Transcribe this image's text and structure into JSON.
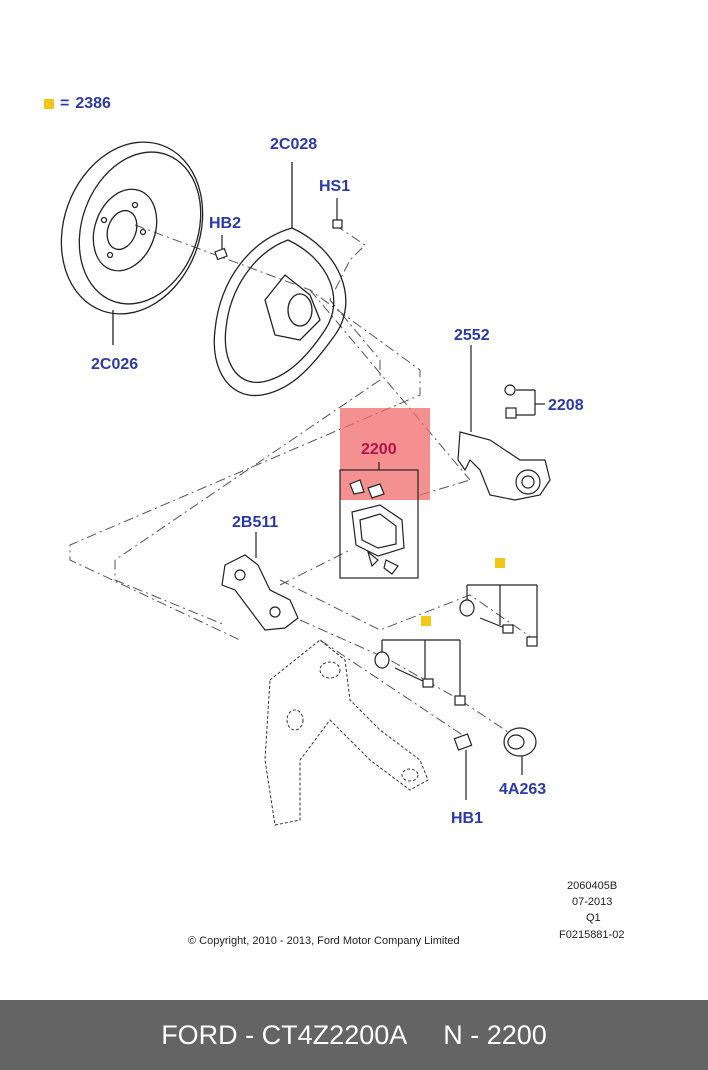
{
  "legend": {
    "symbol_color": "#f5c518",
    "equals": "=",
    "value": "2386"
  },
  "callouts": {
    "c2C028": "2C028",
    "cHS1": "HS1",
    "cHB2": "HB2",
    "c2C026": "2C026",
    "c2552": "2552",
    "c2208": "2208",
    "c2200": "2200",
    "c2B511": "2B511",
    "c4A263": "4A263",
    "cHB1": "HB1"
  },
  "highlight": {
    "part": "2200",
    "color": "#f26b6b"
  },
  "meta": {
    "doc_number": "2060405B",
    "date": "07-2013",
    "quarter": "Q1",
    "figure_id": "F0215881-02",
    "copyright": "© Copyright, 2010 - 2013, Ford Motor Company Limited"
  },
  "footer": {
    "brand_part": "FORD - CT4Z2200A",
    "ref": "N - 2200"
  }
}
